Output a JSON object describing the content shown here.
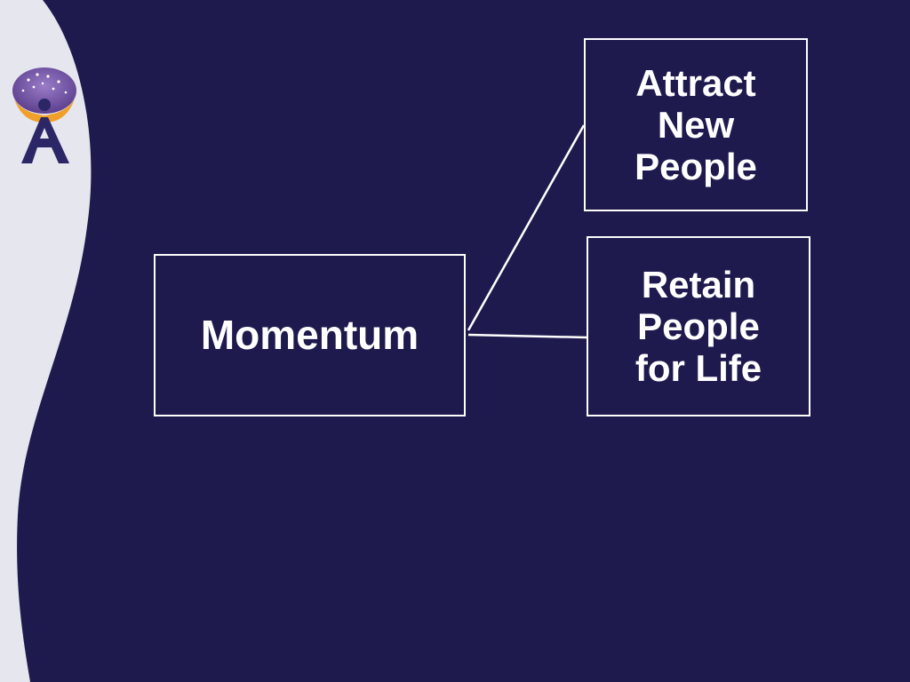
{
  "diagram": {
    "central_node": {
      "label": "Momentum"
    },
    "branches": [
      {
        "label_lines": [
          "Attract",
          "New",
          "People"
        ]
      },
      {
        "label_lines": [
          "Retain",
          "People",
          "for Life"
        ]
      }
    ]
  },
  "colors": {
    "background": "#1e1a4e",
    "side_panel": "#e6e6ee",
    "box_border": "#ffffff",
    "text": "#ffffff",
    "logo_navy": "#2b2766",
    "logo_purple": "#7a58a8",
    "logo_orange": "#f0a028"
  },
  "icons": {
    "logo": "person-reaching-stars-logo"
  }
}
